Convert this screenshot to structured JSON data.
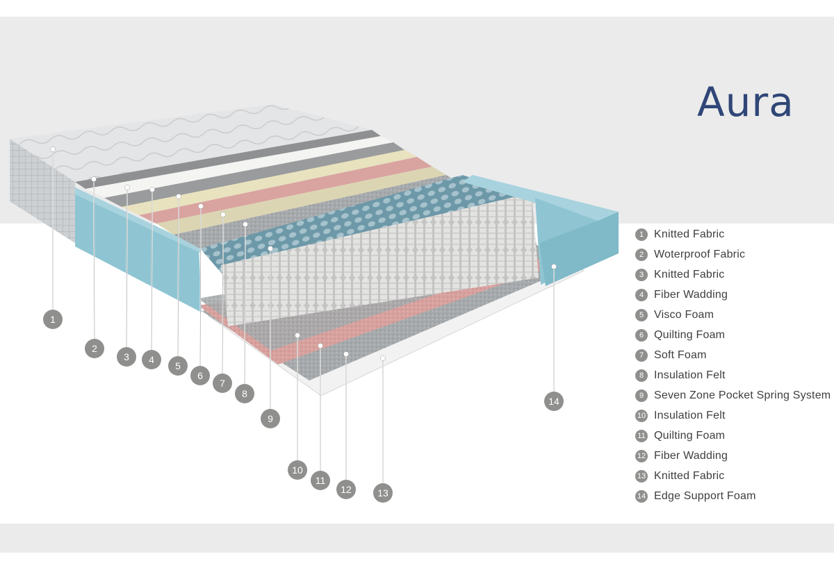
{
  "title": "Aura",
  "colors": {
    "title": "#2f4677",
    "marker": "#8f8f8d",
    "band": "#ebebec",
    "edge_foam": "#8fc5d2",
    "pink_foam": "#d9a3a0",
    "cream_wadding": "#e8e2bf",
    "blue_spring_layer": "#6d98a8"
  },
  "layers": [
    {
      "num": "1",
      "label": "Knitted Fabric",
      "icon": "knitted-fabric"
    },
    {
      "num": "2",
      "label": "Woterproof Fabric",
      "icon": "waterproof-fabric"
    },
    {
      "num": "3",
      "label": "Knitted Fabric",
      "icon": "knitted-fabric"
    },
    {
      "num": "4",
      "label": "Fiber Wadding",
      "icon": "fiber-wadding"
    },
    {
      "num": "5",
      "label": "Visco Foam",
      "icon": "visco-foam"
    },
    {
      "num": "6",
      "label": "Quilting Foam",
      "icon": "quilting-foam"
    },
    {
      "num": "7",
      "label": "Soft Foam",
      "icon": "soft-foam"
    },
    {
      "num": "8",
      "label": "Insulation Felt",
      "icon": "insulation-felt"
    },
    {
      "num": "9",
      "label": "Seven Zone Pocket Spring System",
      "icon": "pocket-spring"
    },
    {
      "num": "10",
      "label": "Insulation Felt",
      "icon": "insulation-felt"
    },
    {
      "num": "11",
      "label": "Quilting Foam",
      "icon": "quilting-foam"
    },
    {
      "num": "12",
      "label": "Fiber Wadding",
      "icon": "fiber-wadding"
    },
    {
      "num": "13",
      "label": "Knitted Fabric",
      "icon": "knitted-fabric"
    },
    {
      "num": "14",
      "label": "Edge Support Foam",
      "icon": "edge-foam"
    }
  ]
}
